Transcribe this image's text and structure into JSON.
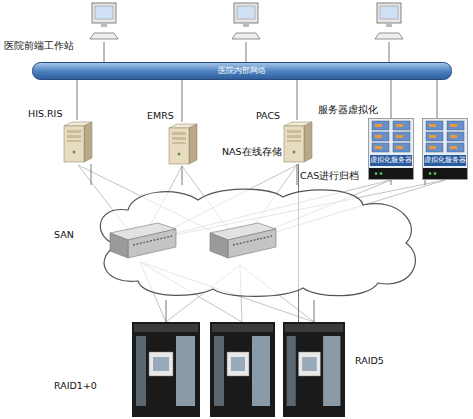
{
  "diagram": {
    "nodes": [
      {
        "text": [
          "医院内部网络"
        ]
      },
      {
        "text": [
          "HIS.RIS"
        ]
      },
      {
        "text": [
          "EMRS"
        ]
      },
      {
        "text": [
          "PACS"
        ]
      },
      {
        "text": [
          "服务器虚拟化"
        ]
      },
      {
        "text": [
          "虚拟化服务器"
        ],
        "in": 4
      },
      {
        "text": [
          "虚拟化服务器"
        ],
        "in": 4
      },
      {
        "text": [
          "SAN"
        ]
      },
      {
        "text": [
          "RAID1+0"
        ]
      },
      {
        "text": [
          "RAID5"
        ]
      }
    ],
    "edges": [
      {
        "from": 0,
        "to": 1,
        "arrow": "none"
      },
      {
        "from": 0,
        "to": 2,
        "arrow": "none"
      },
      {
        "from": 0,
        "to": 3,
        "arrow": "none"
      },
      {
        "from": 0,
        "to": 5,
        "arrow": "none"
      },
      {
        "from": 0,
        "to": 6,
        "arrow": "none"
      },
      {
        "from": 1,
        "to": 7,
        "arrow": "none"
      },
      {
        "from": 2,
        "to": 7,
        "arrow": "none"
      },
      {
        "from": 3,
        "to": 7,
        "arrow": "none"
      },
      {
        "from": 5,
        "to": 7,
        "arrow": "none"
      },
      {
        "from": 6,
        "to": 7,
        "arrow": "none"
      },
      {
        "from": 7,
        "to": 8,
        "arrow": "none"
      },
      {
        "from": 7,
        "to": 9,
        "arrow": "none"
      },
      {
        "from": 3,
        "to": 9,
        "arrow": "none"
      }
    ],
    "labels": [
      "医院前端工作站",
      "NAS在线存储",
      "CAS进行归档"
    ]
  }
}
